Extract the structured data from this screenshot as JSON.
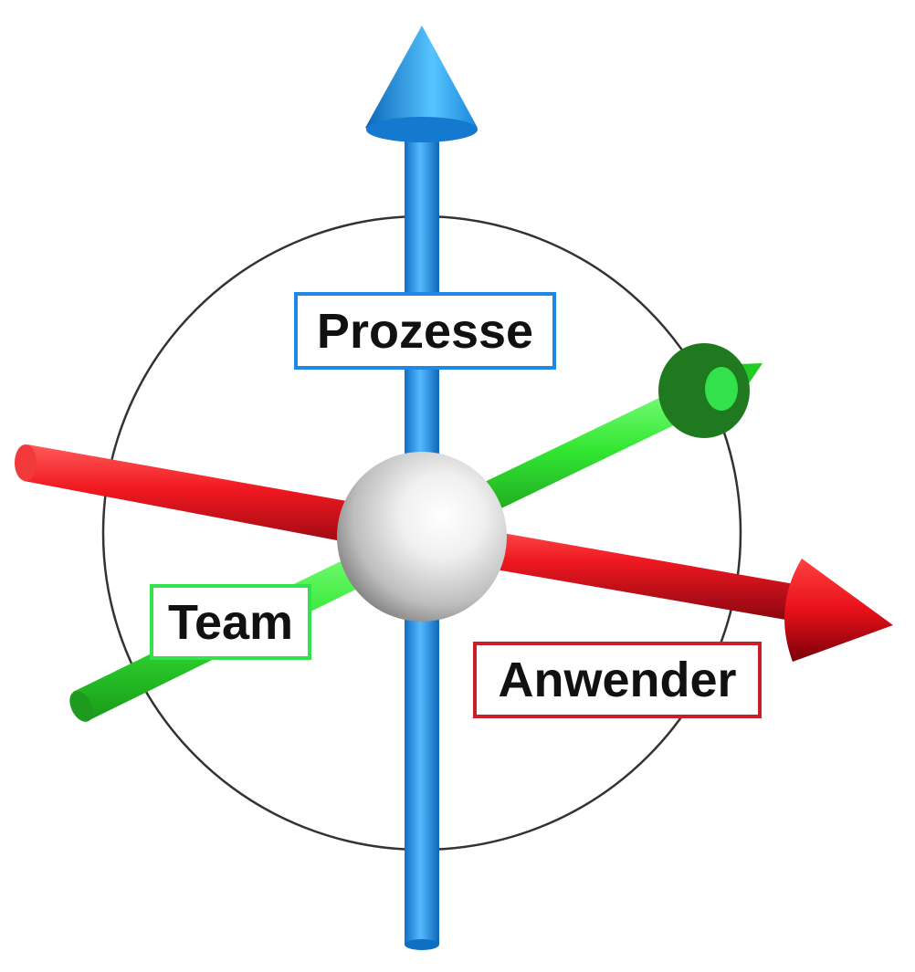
{
  "labels": {
    "prozesse": "Prozesse",
    "team": "Team",
    "anwender": "Anwender"
  },
  "colors": {
    "prozesse_axis": "#1e88e5",
    "team_axis": "#33e24a",
    "anwender_axis": "#e0121d",
    "team_disc": "#1f7a1f",
    "sphere": "#e6e6e6",
    "circle": "#333333"
  }
}
